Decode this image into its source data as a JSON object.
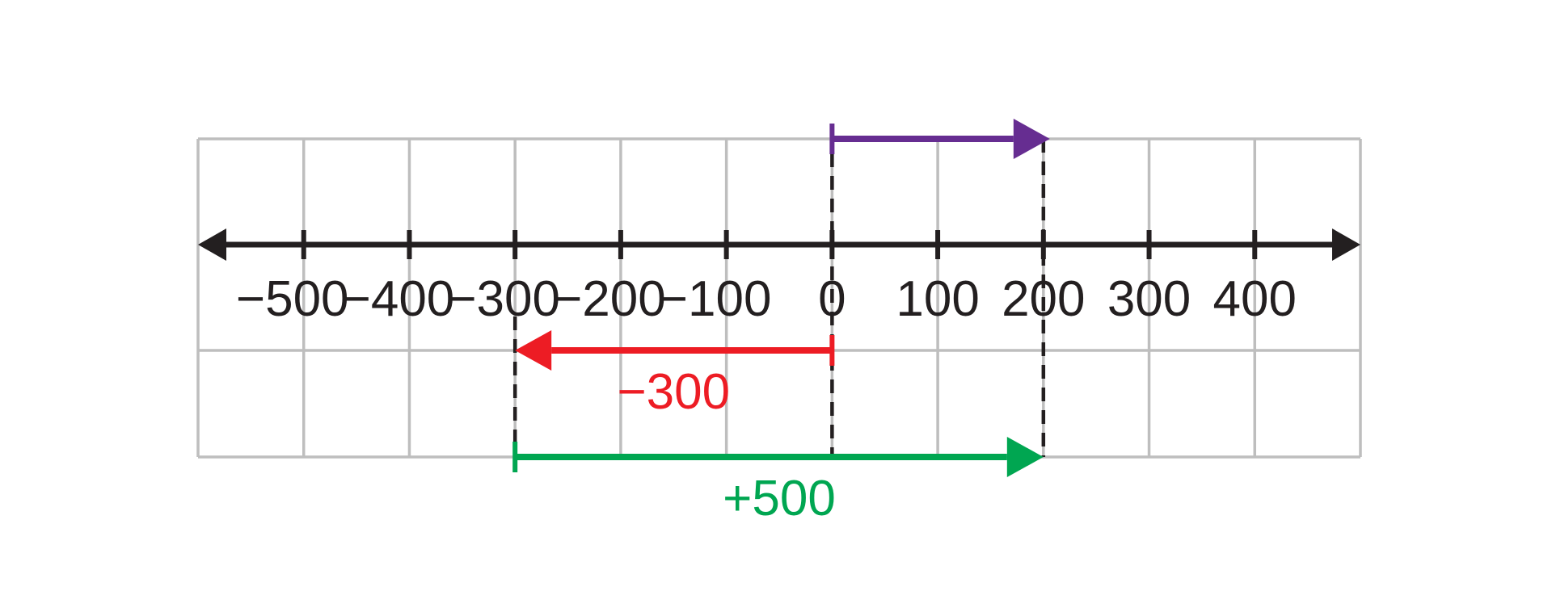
{
  "number_line": {
    "ticks": [
      -500,
      -400,
      -300,
      -200,
      -100,
      0,
      100,
      200,
      300,
      400
    ],
    "tick_labels": [
      "−500",
      "−400",
      "−300",
      "−200",
      "−100",
      "0",
      "100",
      "200",
      "300",
      "400"
    ],
    "grid_min": -600,
    "grid_max": 500,
    "axis_color": "#231f20",
    "grid_color": "#bebebe"
  },
  "arrows": [
    {
      "id": "purple",
      "from": 0,
      "to": 200,
      "row": "top",
      "color": "#662d91",
      "label": ""
    },
    {
      "id": "red",
      "from": 0,
      "to": -300,
      "row": "middle",
      "color": "#ed1c24",
      "label": "−300"
    },
    {
      "id": "green",
      "from": -300,
      "to": 200,
      "row": "bottom",
      "color": "#00a651",
      "label": "+500"
    }
  ],
  "guides": [
    -300,
    0,
    200
  ]
}
